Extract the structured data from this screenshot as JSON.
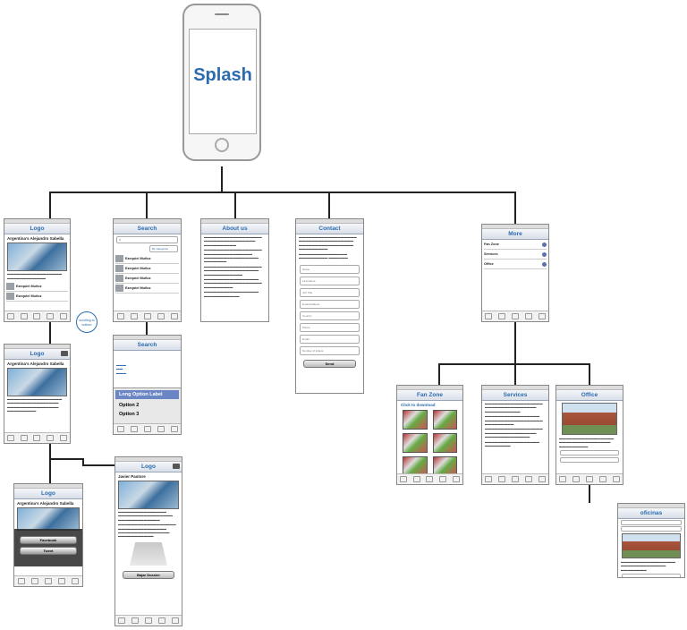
{
  "splash": {
    "label": "Splash"
  },
  "screens": {
    "logo": {
      "title": "Logo",
      "subtitle": "Argentina's Alejandro Sabella"
    },
    "search": {
      "title": "Search",
      "filter": "By categories"
    },
    "about": {
      "title": "About us"
    },
    "contact": {
      "title": "Contact",
      "send": "Send",
      "fields": [
        "Name",
        "Last Name",
        "Job Title",
        "Email Address",
        "Country",
        "Phone",
        "Email",
        "Number of tickets"
      ]
    },
    "more": {
      "title": "More",
      "items": [
        "Fan Zone",
        "Services",
        "Office"
      ]
    },
    "logo2": {
      "title": "Logo",
      "subtitle": "Argentina's Alejandro Sabella"
    },
    "search2": {
      "title": "Search",
      "options": [
        "Long Option Label",
        "Option 2",
        "Option 3"
      ]
    },
    "logo3": {
      "title": "Logo",
      "subtitle": "Argentina's Alejandro Sabella",
      "share": [
        "Facebook",
        "Tweet"
      ]
    },
    "player": {
      "title": "Logo",
      "name": "Javier Pastore",
      "cta": "Bajar Dossier"
    },
    "fanzone": {
      "title": "Fan Zone",
      "link": "Click to download"
    },
    "services": {
      "title": "Services"
    },
    "office": {
      "title": "Office"
    },
    "oficinas": {
      "title": "oficinas"
    }
  },
  "bubble": {
    "text": "scrolling to bottom"
  },
  "search_items": [
    "Ezequiel Muñoz",
    "Ezequiel Muñoz",
    "Ezequiel Muñoz",
    "Ezequiel Muñoz"
  ],
  "logo_rows": [
    "Ezequiel Muñoz",
    "Ezequiel Muñoz"
  ]
}
